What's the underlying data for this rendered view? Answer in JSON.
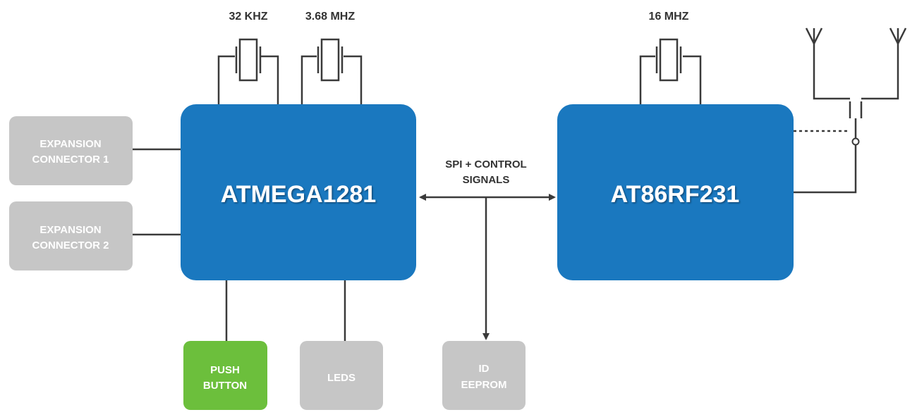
{
  "crystals": {
    "xtal_32khz": "32 KHZ",
    "xtal_368mhz": "3.68 MHZ",
    "xtal_16mhz": "16 MHZ"
  },
  "blocks": {
    "mcu": "ATMEGA1281",
    "radio": "AT86RF231",
    "expansion1_line1": "EXPANSION",
    "expansion1_line2": "CONNECTOR 1",
    "expansion2_line1": "EXPANSION",
    "expansion2_line2": "CONNECTOR 2",
    "push_line1": "PUSH",
    "push_line2": "BUTTON",
    "leds": "LEDS",
    "eeprom_line1": "ID",
    "eeprom_line2": "EEPROM"
  },
  "bus": {
    "line1": "SPI + CONTROL",
    "line2": "SIGNALS"
  },
  "colors": {
    "chip_blue": "#1a78bf",
    "gray_block": "#c6c6c6",
    "green_block": "#6cbf3c",
    "line": "#3a3a3a"
  }
}
